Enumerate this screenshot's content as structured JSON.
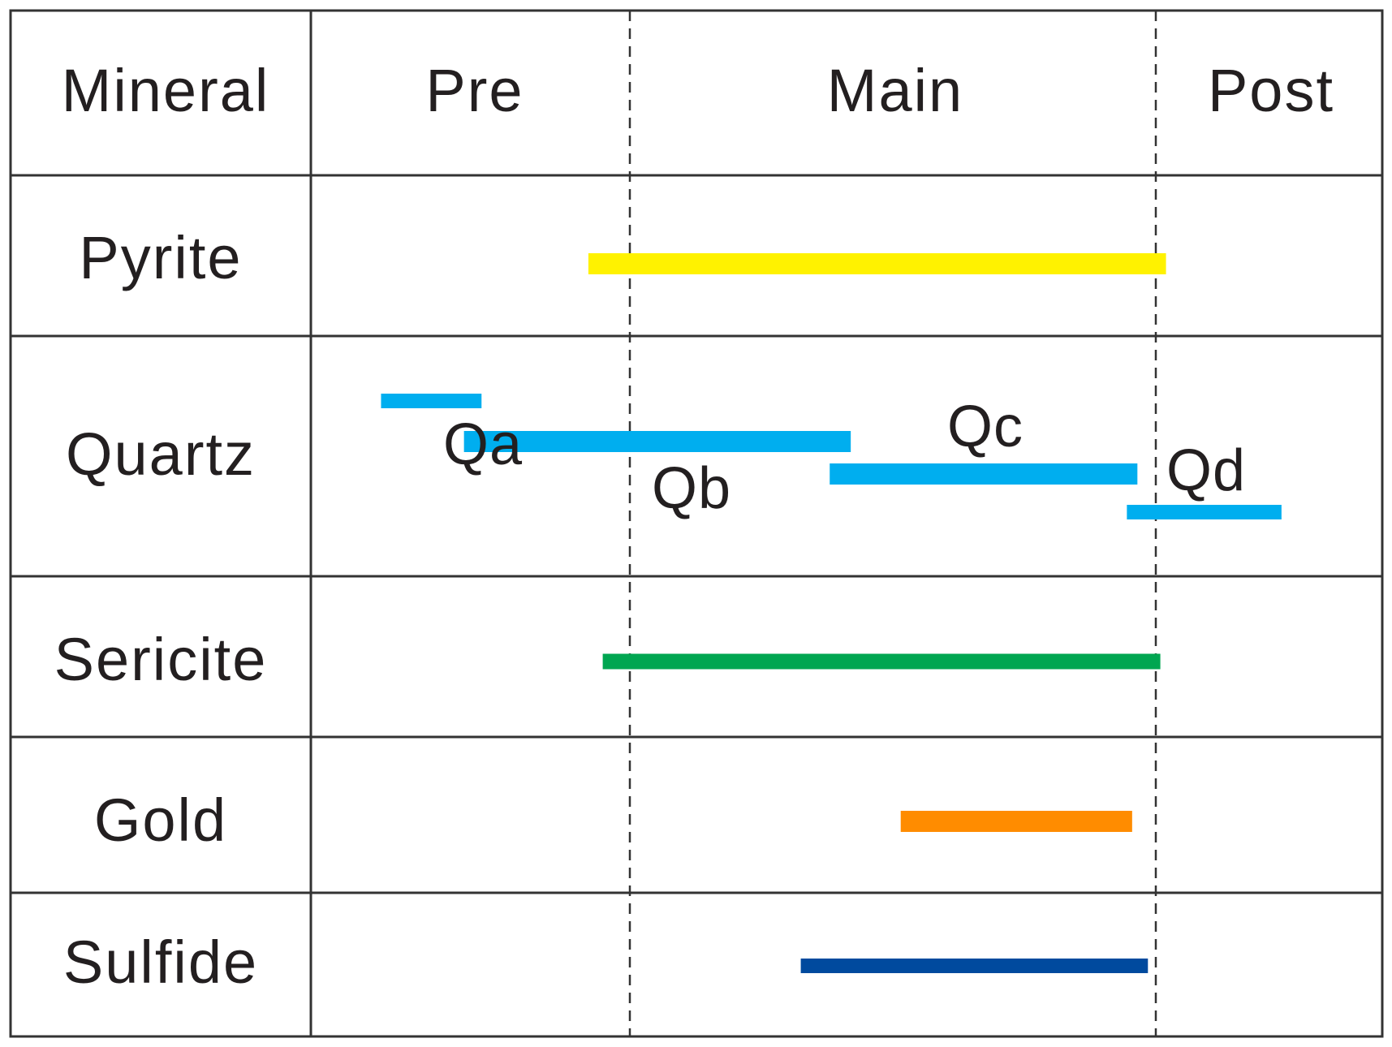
{
  "table": {
    "header": {
      "mineral": "Mineral",
      "stages": [
        "Pre",
        "Main",
        "Post"
      ]
    },
    "minerals": [
      {
        "name": "Pyrite",
        "bars": [
          {
            "start": 0.87,
            "end": 2.045,
            "color": "#FFF200"
          }
        ]
      },
      {
        "name": "Quartz",
        "bars": [
          {
            "label": "Qa",
            "start": 0.22,
            "end": 0.535,
            "color": "#00AEEF"
          },
          {
            "label": "Qb",
            "start": 0.48,
            "end": 1.42,
            "color": "#00AEEF"
          },
          {
            "label": "Qc",
            "start": 1.38,
            "end": 1.965,
            "color": "#00AEEF"
          },
          {
            "label": "Qd",
            "start": 1.945,
            "end": 2.555,
            "color": "#00AEEF"
          }
        ]
      },
      {
        "name": "Sericite",
        "bars": [
          {
            "start": 0.915,
            "end": 2.02,
            "color": "#00A651"
          }
        ]
      },
      {
        "name": "Gold",
        "bars": [
          {
            "start": 1.515,
            "end": 1.955,
            "color": "#FF8C00"
          }
        ]
      },
      {
        "name": "Sulfide",
        "bars": [
          {
            "start": 1.325,
            "end": 1.985,
            "color": "#004A9E"
          }
        ]
      }
    ]
  },
  "colors": {
    "grid": "#333333",
    "text": "#231f20"
  }
}
